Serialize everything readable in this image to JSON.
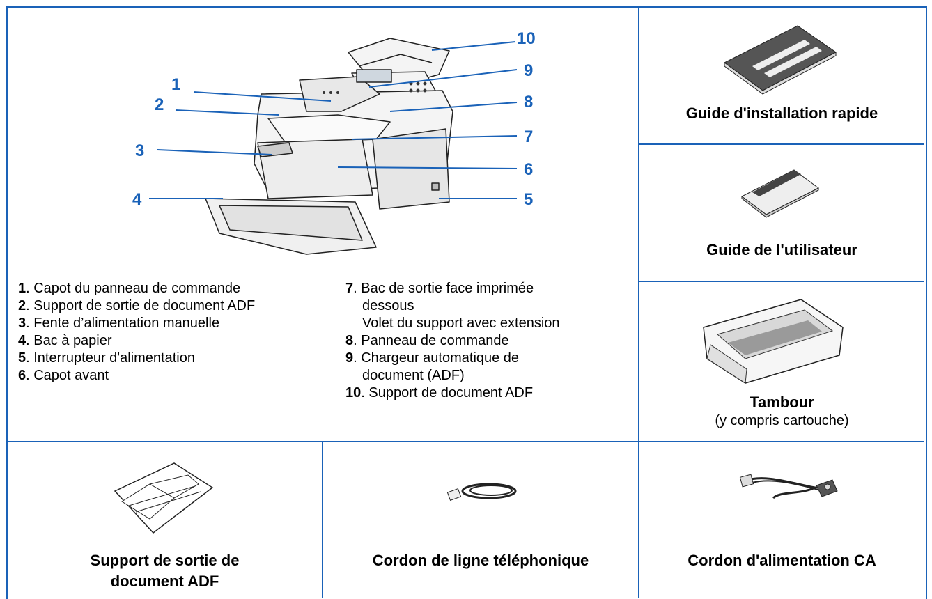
{
  "callouts": [
    "1",
    "2",
    "3",
    "4",
    "5",
    "6",
    "7",
    "8",
    "9",
    "10"
  ],
  "legend_left": [
    {
      "num": "1",
      "text": ". Capot du panneau de commande"
    },
    {
      "num": "2",
      "text": ". Support de sortie de document ADF"
    },
    {
      "num": "3",
      "text": ". Fente d’alimentation manuelle"
    },
    {
      "num": "4",
      "text": ". Bac à papier"
    },
    {
      "num": "5",
      "text": ". Interrupteur d'alimentation"
    },
    {
      "num": "6",
      "text": ". Capot avant"
    }
  ],
  "legend_right": [
    {
      "num": "7",
      "text": ". Bac de sortie face imprimée",
      "cont": [
        "dessous",
        "Volet du support avec extension"
      ]
    },
    {
      "num": "8",
      "text": ". Panneau de commande",
      "cont": []
    },
    {
      "num": "9",
      "text": ". Chargeur automatique de",
      "cont": [
        "document (ADF)"
      ]
    },
    {
      "num": "10",
      "text": ". Support de document ADF",
      "cont": []
    }
  ],
  "items": {
    "quick_guide": "Guide d'installation rapide",
    "user_guide": "Guide de l'utilisateur",
    "drum_title": "Tambour",
    "drum_sub": "(y compris cartouche)",
    "adf_support_1": "Support de sortie de",
    "adf_support_2": "document ADF",
    "phone_cord": "Cordon de ligne téléphonique",
    "power_cord": "Cordon d'alimentation CA"
  },
  "colors": {
    "accent": "#1a62b8"
  }
}
